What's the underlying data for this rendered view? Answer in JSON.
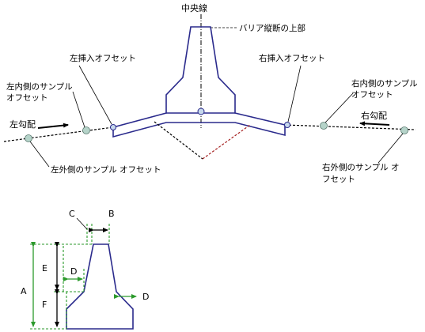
{
  "top": {
    "centerline": "中央線",
    "barrier_top": "バリア縦断の上部",
    "left_insert": "左挿入オフセット",
    "right_insert": "右挿入オフセット",
    "left_inner_1": "左内側のサンプル",
    "left_inner_2": "オフセット",
    "right_inner_1": "右内側のサンプル",
    "right_inner_2": "オフセット",
    "left_slope": "左勾配",
    "right_slope": "右勾配",
    "left_outer": "左外側のサンプル オフセット",
    "right_outer_1": "右外側のサンプル オ",
    "right_outer_2": "フセット"
  },
  "bottom": {
    "a": "A",
    "b": "B",
    "c": "C",
    "d1": "D",
    "d2": "D",
    "e": "E",
    "f": "F"
  },
  "colors": {
    "barrier": "#2a2a8c",
    "dimension": "#2c9a2c",
    "sample_point": "#b5d3c9"
  }
}
